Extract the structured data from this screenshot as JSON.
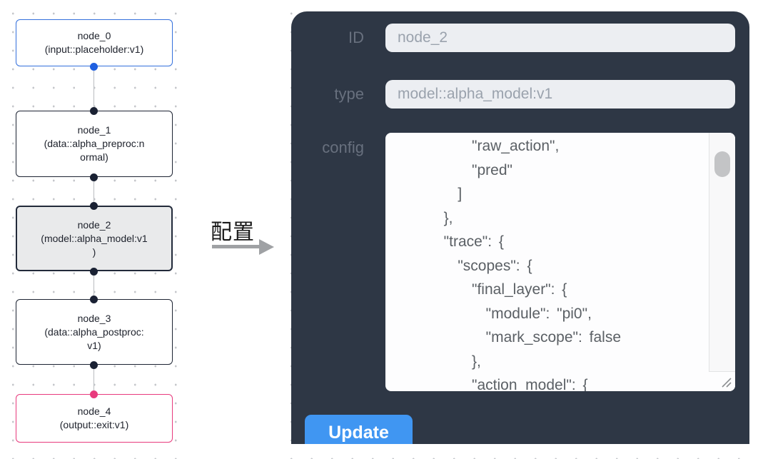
{
  "canvas": {
    "nodes": [
      {
        "id": "node_0",
        "kind": "input",
        "lines": [
          "node_0",
          "(input::placeholder:v1)",
          ""
        ]
      },
      {
        "id": "node_1",
        "kind": "default",
        "lines": [
          "node_1",
          "(data::alpha_preproc:n",
          "ormal)"
        ]
      },
      {
        "id": "node_2",
        "kind": "selected",
        "lines": [
          "node_2",
          "(model::alpha_model:v1",
          ")"
        ]
      },
      {
        "id": "node_3",
        "kind": "default",
        "lines": [
          "node_3",
          "(data::alpha_postproc:",
          "v1)"
        ]
      },
      {
        "id": "node_4",
        "kind": "output",
        "lines": [
          "node_4",
          "(output::exit:v1)",
          ""
        ]
      }
    ]
  },
  "transition": {
    "label": "配置"
  },
  "panel": {
    "fields": [
      {
        "label": "ID",
        "value": "node_2"
      },
      {
        "label": "type",
        "value": "model::alpha_model:v1"
      }
    ],
    "config_label": "config",
    "config_text": "      \"raw_action\",\n      \"pred\"\n    ]\n  },\n  \"trace\": {\n    \"scopes\": {\n      \"final_layer\": {\n        \"module\": \"pi0\",\n        \"mark_scope\": false\n      },\n      \"action_model\": {",
    "update_label": "Update"
  },
  "icons": {
    "resize_handle": "resize-grip-icon",
    "scrollbar_thumb": "scrollbar-thumb"
  },
  "colors": {
    "panel_bg": "#2e3745",
    "accent_button": "#4096f2",
    "input_node_border": "#3470dc",
    "output_node_border": "#e83a7d",
    "default_node_border": "#1d2433",
    "selected_node_fill": "#e9eaeb",
    "field_bg": "#eceef2",
    "edge": "#b9bcc0",
    "dot_grid": "#c5c7cb"
  }
}
